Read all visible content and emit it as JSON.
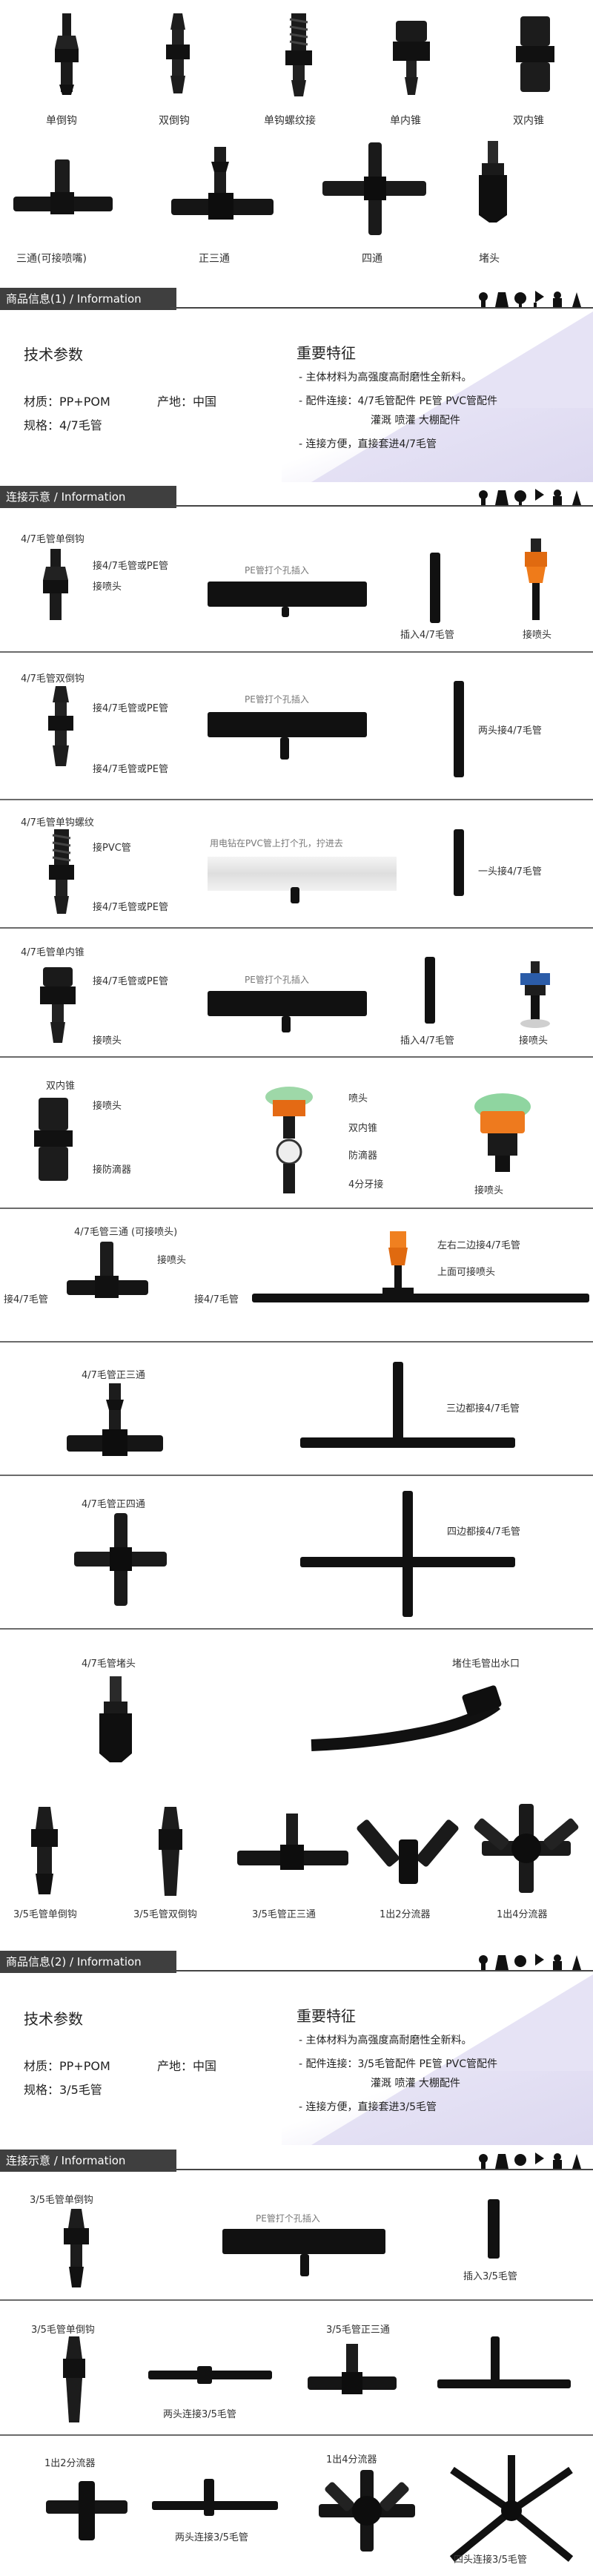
{
  "top_products": [
    "单倒钩",
    "双倒钩",
    "单钩螺纹接",
    "单内锥",
    "双内锥",
    "三通(可接喷嘴)",
    "正三通",
    "四通",
    "堵头"
  ],
  "section_info1": "商品信息(1)  /  Information",
  "section_connect1": "连接示意  /  Information",
  "section_info2": "商品信息(2)  /  Information",
  "section_connect2": "连接示意  /  Information",
  "info1": {
    "tech_title": "技术参数",
    "material": "材质：PP+POM",
    "origin": "产地：中国",
    "spec": "规格：4/7毛管",
    "feat_title": "重要特征",
    "feats": [
      "- 主体材料为高强度高耐磨性全新料。",
      "- 配件连接：4/7毛管配件  PE管  PVC管配件",
      "灌溉 喷灌  大棚配件",
      "- 连接方便，直接套进4/7毛管"
    ]
  },
  "info2": {
    "tech_title": "技术参数",
    "material": "材质：PP+POM",
    "origin": "产地：中国",
    "spec": "规格：3/5毛管",
    "feat_title": "重要特征",
    "feats": [
      "- 主体材料为高强度高耐磨性全新料。",
      "- 配件连接：3/5毛管配件  PE管  PVC管配件",
      "灌溉 喷灌  大棚配件",
      "- 连接方便，直接套进3/5毛管"
    ]
  },
  "c1": {
    "title": "4/7毛管单倒钩",
    "a": "接4/7毛管或PE管",
    "b": "接喷头",
    "pe": "PE管打个孔插入",
    "r1": "插入4/7毛管",
    "r2": "接喷头"
  },
  "c2": {
    "title": "4/7毛管双倒钩",
    "a": "接4/7毛管或PE管",
    "b": "接4/7毛管或PE管",
    "pe": "PE管打个孔插入",
    "r1": "两头接4/7毛管"
  },
  "c3": {
    "title": "4/7毛管单钩螺纹",
    "a": "接PVC管",
    "b": "接4/7毛管或PE管",
    "pvc": "用电钻在PVC管上打个孔，拧进去",
    "r1": "一头接4/7毛管"
  },
  "c4": {
    "title": "4/7毛管单内锥",
    "a": "接4/7毛管或PE管",
    "b": "接喷头",
    "pe": "PE管打个孔插入",
    "r1": "插入4/7毛管",
    "r2": "接喷头"
  },
  "c5": {
    "title": "双内锥",
    "a": "接喷头",
    "b": "接防滴器",
    "p1": "喷头",
    "p2": "双内锥",
    "p3": "防滴器",
    "p4": "4分牙接",
    "r2": "接喷头"
  },
  "c6": {
    "title": "4/7毛管三通 (可接喷头)",
    "a": "接喷头",
    "left": "接4/7毛管",
    "right": "接4/7毛管",
    "r1": "左右二边接4/7毛管",
    "r2": "上面可接喷头"
  },
  "c7": {
    "title": "4/7毛管正三通",
    "r1": "三边都接4/7毛管"
  },
  "c8": {
    "title": "4/7毛管正四通",
    "r1": "四边都接4/7毛管"
  },
  "c9": {
    "title": "4/7毛管堵头",
    "r1": "堵住毛管出水口"
  },
  "mid_products": [
    "3/5毛管单倒钩",
    "3/5毛管双倒钩",
    "3/5毛管正三通",
    "1出2分流器",
    "1出4分流器"
  ],
  "d1": {
    "title": "3/5毛管单倒钩",
    "pe": "PE管打个孔插入",
    "r1": "插入3/5毛管"
  },
  "d2": {
    "title": "3/5毛管单倒钩",
    "r1": "两头连接3/5毛管",
    "title2": "3/5毛管正三通"
  },
  "d3": {
    "title": "1出2分流器",
    "r1": "两头连接3/5毛管",
    "title2": "1出4分流器",
    "r2": "四头连接3/5毛管"
  }
}
